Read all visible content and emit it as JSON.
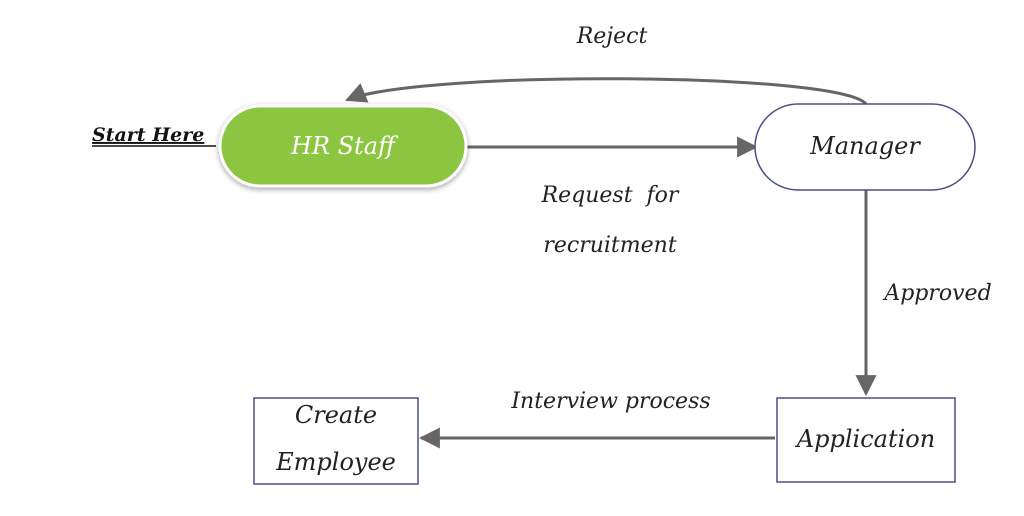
{
  "start_label": "Start Here",
  "nodes": {
    "hr_staff": {
      "label": "HR Staff",
      "fill": "#8cc63f"
    },
    "manager": {
      "label": "Manager"
    },
    "application": {
      "label": "Application"
    },
    "create_employee": {
      "line1": "Create",
      "line2": "Employee"
    }
  },
  "edges": {
    "reject": {
      "label": "Reject"
    },
    "request": {
      "line1": "Request  for",
      "line2": "recruitment"
    },
    "approved": {
      "label": "Approved"
    },
    "interview": {
      "label": "Interview process"
    }
  },
  "colors": {
    "arrow": "#666666",
    "outline": "#4a4f8a",
    "hr_fill": "#8cc63f"
  }
}
